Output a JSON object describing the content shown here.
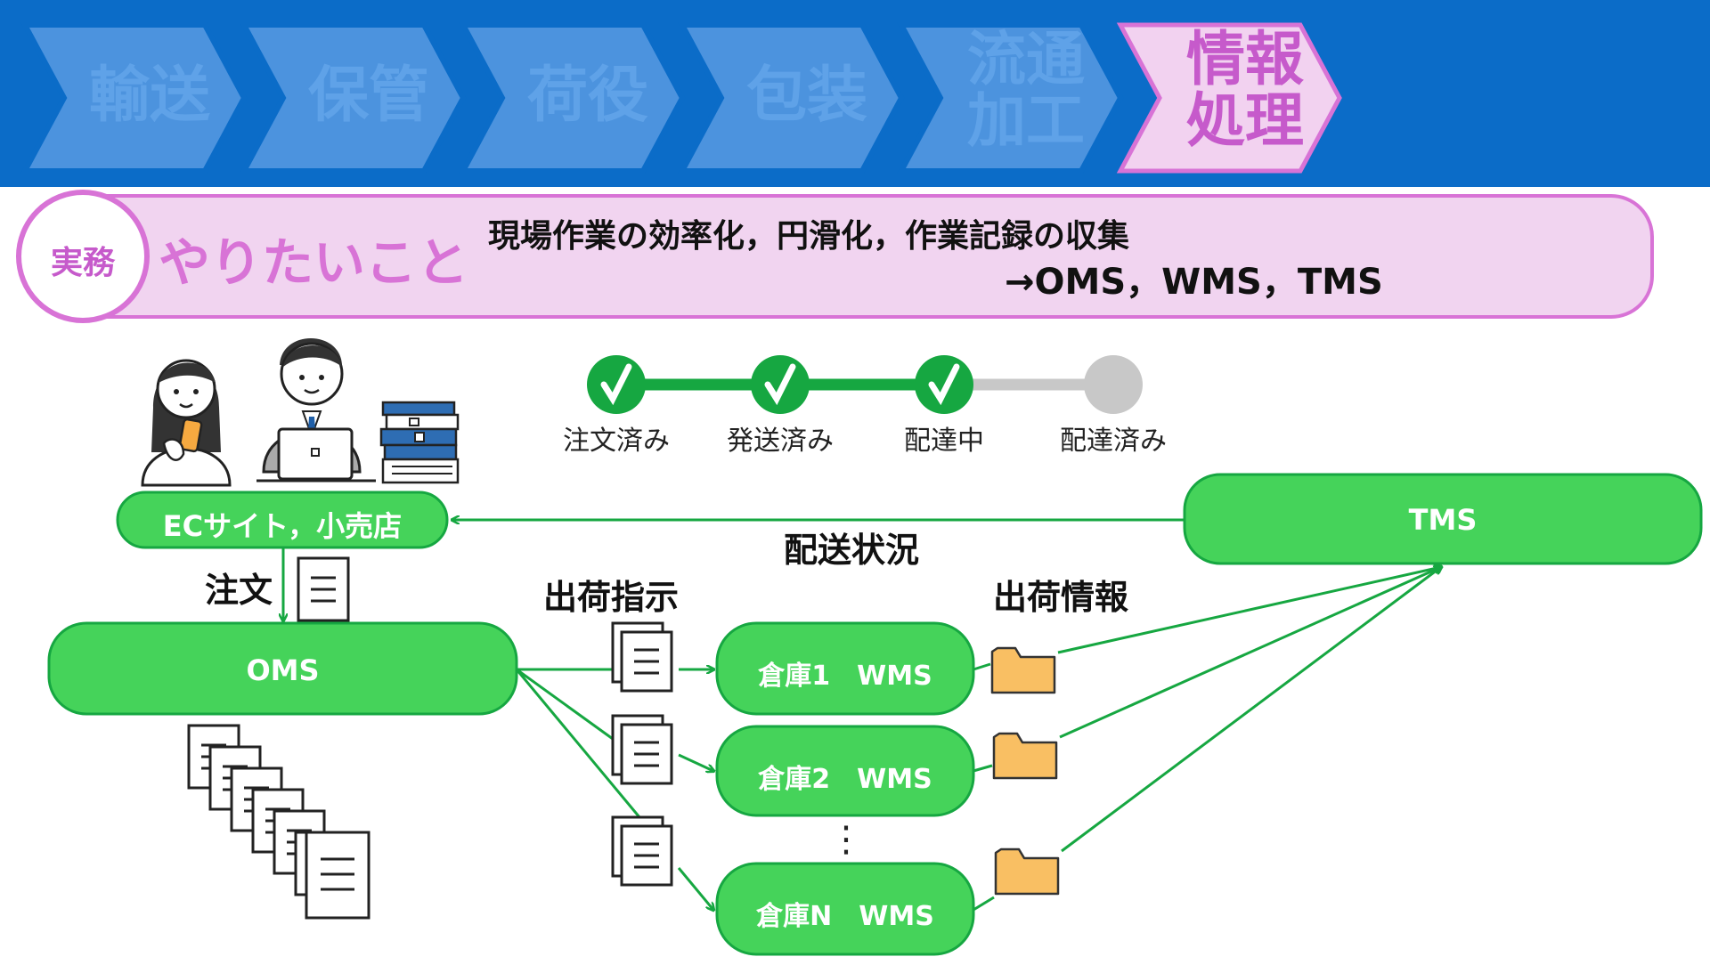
{
  "colors": {
    "header_bg": "#0B6CC8",
    "chevron_fill": "#4C93DE",
    "chevron_text": "#5FA2E8",
    "active_fill": "#F2D2F0",
    "active_stroke": "#D873D6",
    "active_text": "#C65ACB",
    "banner_fill": "#F1D4F0",
    "green": "#45D35A",
    "green_dark": "#16A741",
    "folder": "#F9BF63",
    "pending": "#C8C8C8"
  },
  "header": {
    "steps": [
      {
        "label": "輸送",
        "active": false
      },
      {
        "label": "保管",
        "active": false
      },
      {
        "label": "荷役",
        "active": false
      },
      {
        "label": "包装",
        "active": false
      },
      {
        "label": "流通\n加工",
        "active": false
      },
      {
        "label": "情報\n処理",
        "active": true
      }
    ]
  },
  "banner": {
    "badge": "実務",
    "title": "やりたいこと",
    "line1": "現場作業の効率化，円滑化，作業記録の収集",
    "line2": "→OMS，WMS，TMS"
  },
  "status_tracker": [
    {
      "label": "注文済み",
      "done": true
    },
    {
      "label": "発送済み",
      "done": true
    },
    {
      "label": "配達中",
      "done": true
    },
    {
      "label": "配達済み",
      "done": false
    }
  ],
  "nodes": {
    "ec": "ECサイト，小売店",
    "tms": "TMS",
    "oms": "OMS",
    "wms1": "倉庫1　WMS",
    "wms2": "倉庫2　WMS",
    "wmsn": "倉庫N　WMS"
  },
  "labels": {
    "order": "注文",
    "delivery_status": "配送状況",
    "shipping_instruction": "出荷指示",
    "shipping_info": "出荷情報",
    "ellipsis": "⋮"
  },
  "icons": [
    "woman-with-phone-icon",
    "office-worker-with-laptop-icon",
    "binders-icon",
    "document-icon",
    "document-stack-icon",
    "folder-icon",
    "check-icon"
  ]
}
